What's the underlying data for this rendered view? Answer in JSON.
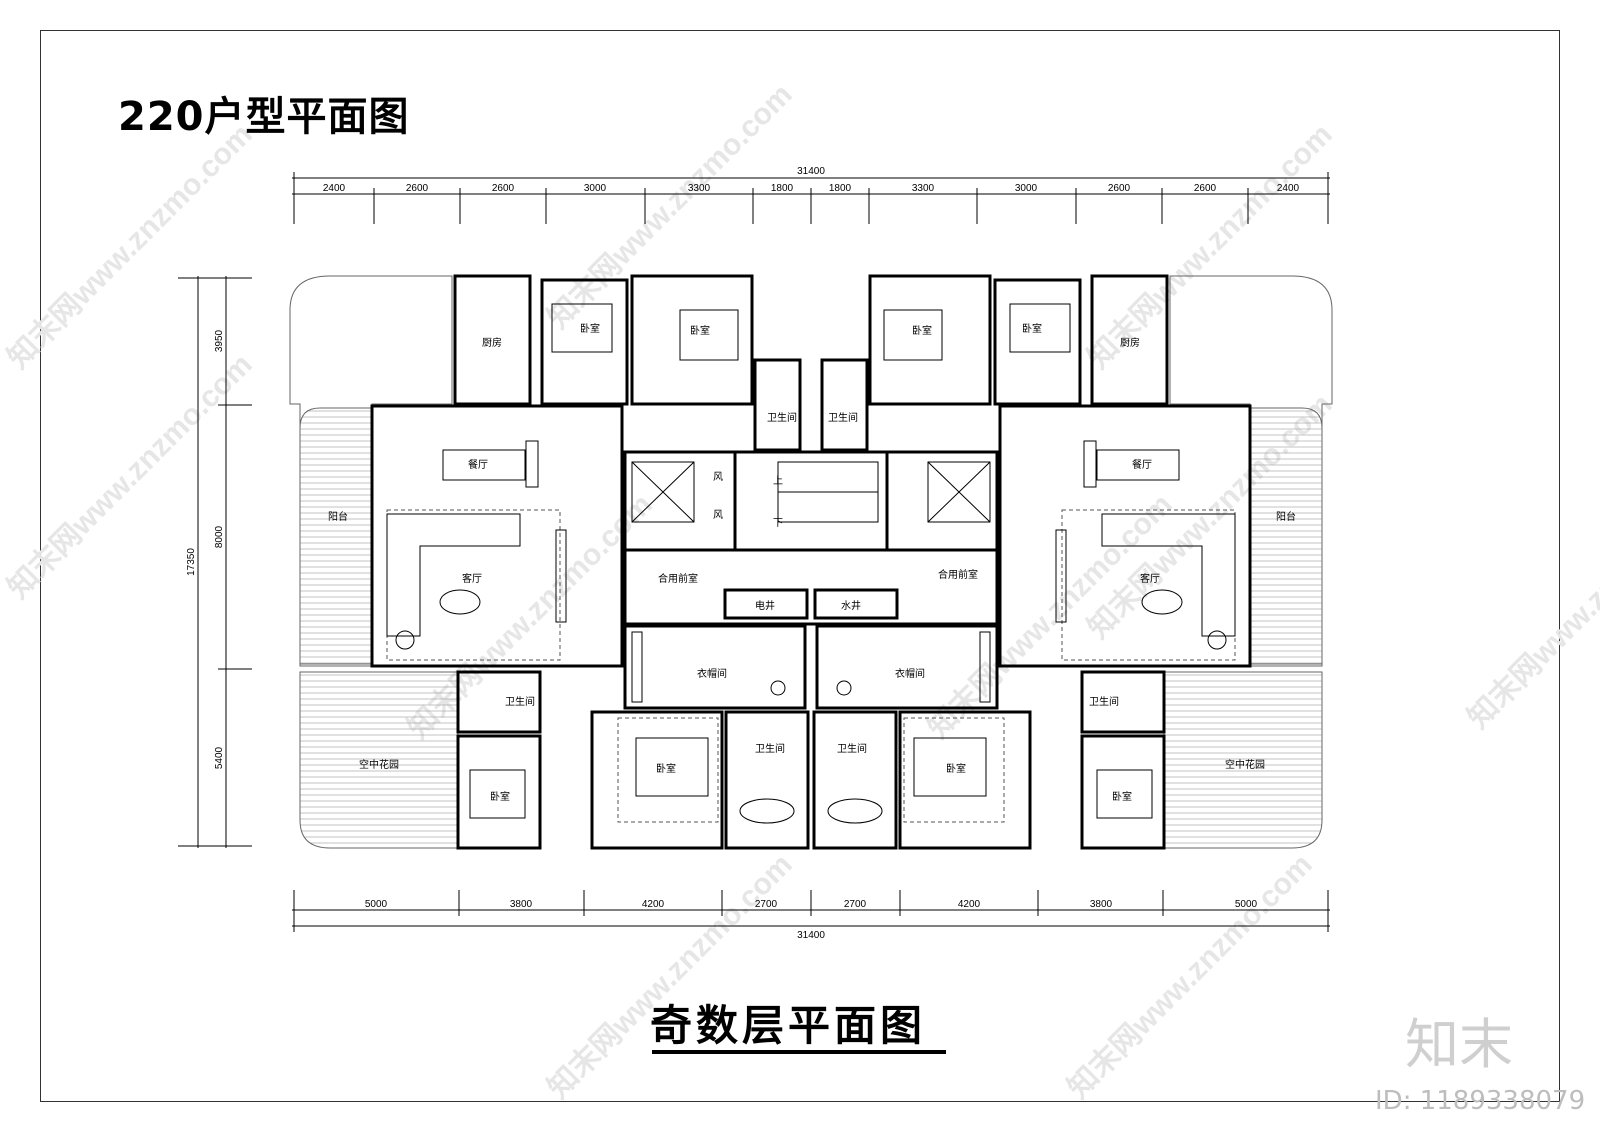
{
  "title": "220户型平面图",
  "subtitle": "奇数层平面图",
  "brand": "知末",
  "watermark_id": "ID: 1189338079",
  "watermark_text": "知末网www.znzmo.com",
  "dimensions": {
    "top_total": "31400",
    "top_segments": [
      "2400",
      "2600",
      "2600",
      "3000",
      "3300",
      "1800",
      "1800",
      "3300",
      "3000",
      "2600",
      "2600",
      "2400"
    ],
    "bottom_total": "31400",
    "bottom_segments": [
      "5000",
      "3800",
      "4200",
      "2700",
      "2700",
      "4200",
      "3800",
      "5000"
    ],
    "left_total": "17350",
    "left_segments": [
      "3950",
      "8000",
      "5400"
    ]
  },
  "rooms": {
    "kitchen_l": "厨房",
    "bed1_l": "卧室",
    "bed2_l": "卧室",
    "bath_top_l": "卫生间",
    "bath_top_r": "卫生间",
    "bed2_r": "卧室",
    "bed1_r": "卧室",
    "kitchen_r": "厨房",
    "dining_l": "餐厅",
    "dining_r": "餐厅",
    "balcony_l": "阳台",
    "balcony_r": "阳台",
    "living_l": "客厅",
    "living_r": "客厅",
    "wind1": "风",
    "wind2": "风",
    "up": "上",
    "down": "下",
    "lobby_l": "合用前室",
    "lobby_r": "合用前室",
    "elec": "电井",
    "water": "水井",
    "closet_l": "衣帽间",
    "closet_r": "衣帽间",
    "bath_mid_l": "卫生间",
    "bath_mid_r": "卫生间",
    "garden_l": "空中花园",
    "garden_r": "空中花园",
    "bed3_l": "卧室",
    "bed3_r": "卧室",
    "master_l": "卧室",
    "master_r": "卧室",
    "master_bath_l": "卫生间",
    "master_bath_r": "卫生间"
  }
}
